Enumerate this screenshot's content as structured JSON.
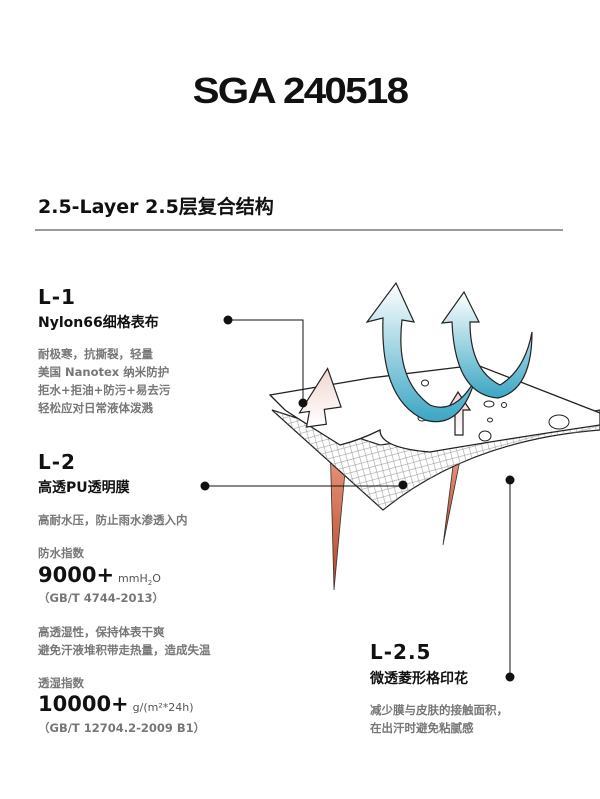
{
  "title": "SGA 240518",
  "section_heading": "2.5-Layer 2.5层复合结构",
  "layers": {
    "l1": {
      "id": "L-1",
      "name": "Nylon66细格表布",
      "desc": [
        "耐极寒，抗撕裂，轻量",
        "美国 Nanotex 纳米防护",
        "拒水+拒油+防污+易去污",
        "轻松应对日常液体泼溅"
      ]
    },
    "l2": {
      "id": "L-2",
      "name": "高透PU透明膜",
      "desc": "高耐水压，防止雨水渗透入内",
      "waterproof": {
        "label": "防水指数",
        "value": "9000+",
        "unit_pre": "mmH",
        "unit_sub": "2",
        "unit_post": "O",
        "standard": "（GB/T 4744-2013）"
      },
      "breath_desc": [
        "高透湿性，保持体表干爽",
        "避免汗液堆积带走热量，造成失温"
      ],
      "breathability": {
        "label": "透湿指数",
        "value": "10000+",
        "unit": "g/(m²*24h)",
        "standard": "（GB/T 12704.2-2009 B1）"
      }
    },
    "l25": {
      "id": "L-2.5",
      "name": "微透菱形格印花",
      "desc": [
        "减少膜与皮肤的接触面积，",
        "在出汗时避免粘腻感"
      ]
    }
  },
  "colors": {
    "arrow_blue": "#3aa6c4",
    "arrow_pink": "#f3d9d3",
    "sweat": "#c85a36"
  }
}
